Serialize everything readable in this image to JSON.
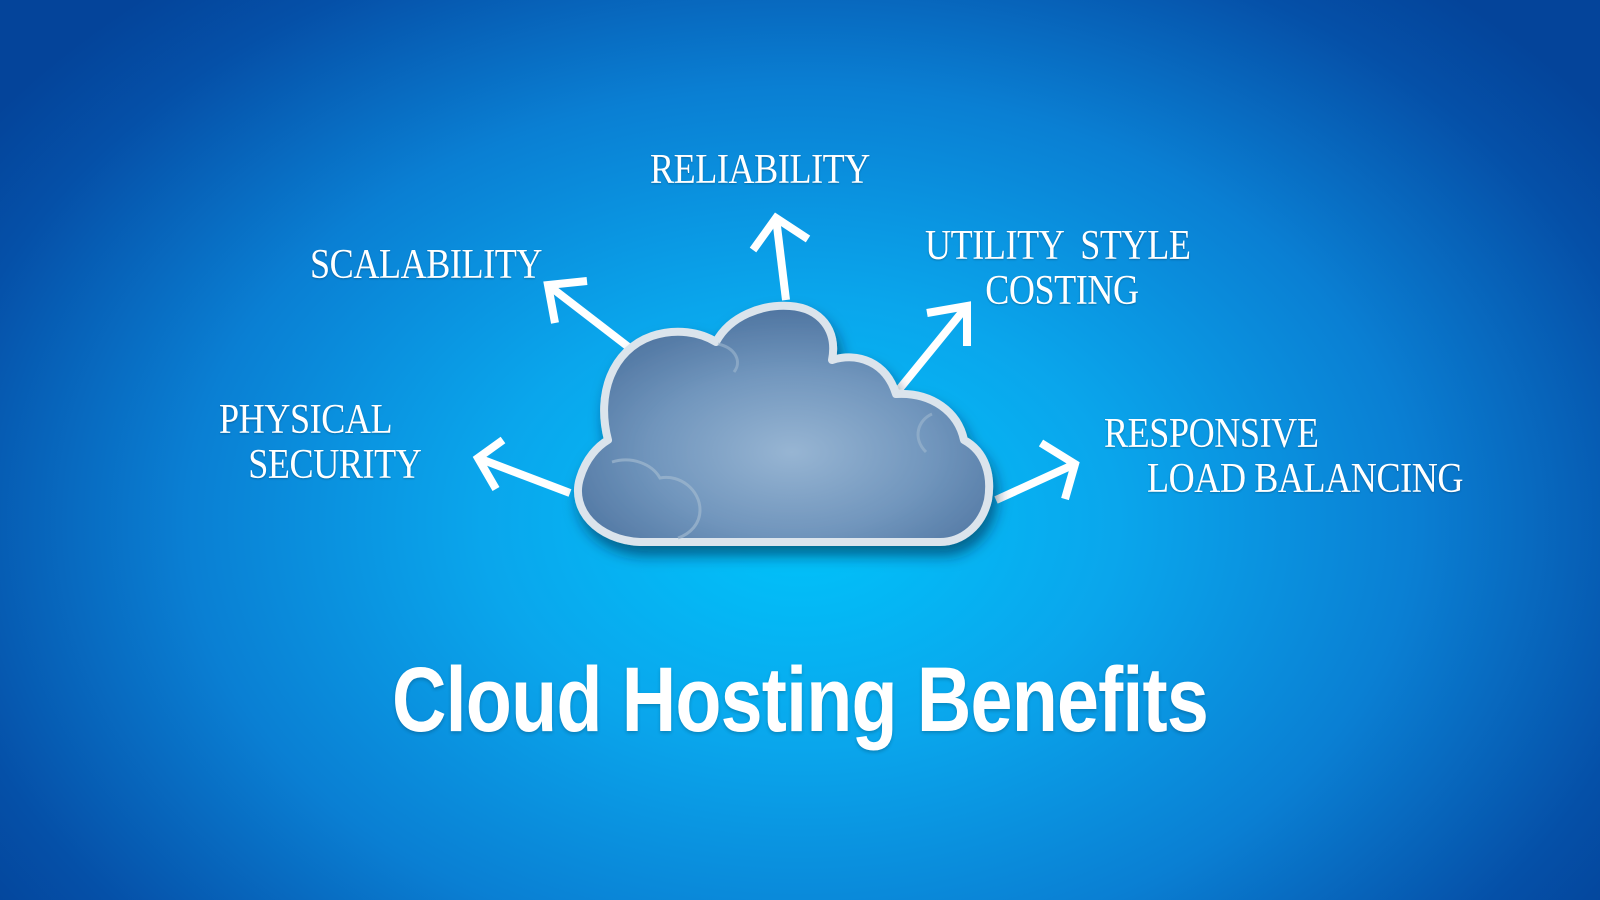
{
  "title": "Cloud Hosting Benefits",
  "center_node": {
    "icon": "cloud-icon"
  },
  "benefits": {
    "reliability": {
      "lines": [
        "RELIABILITY"
      ]
    },
    "scalability": {
      "lines": [
        "SCALABILITY"
      ]
    },
    "utility_style_costing": {
      "lines": [
        "UTILITY  STYLE",
        "COSTING"
      ]
    },
    "physical_security": {
      "lines": [
        "PHYSICAL",
        "SECURITY"
      ]
    },
    "responsive_load_balancing": {
      "lines": [
        "RESPONSIVE",
        "LOAD BALANCING"
      ]
    }
  },
  "colors": {
    "background_center": "#00c4fb",
    "background_edge": "#04449a",
    "cloud_fill": "#6b8fb6",
    "cloud_outline": "#d9e2ea",
    "text": "#ffffff",
    "arrows": "#ffffff"
  }
}
